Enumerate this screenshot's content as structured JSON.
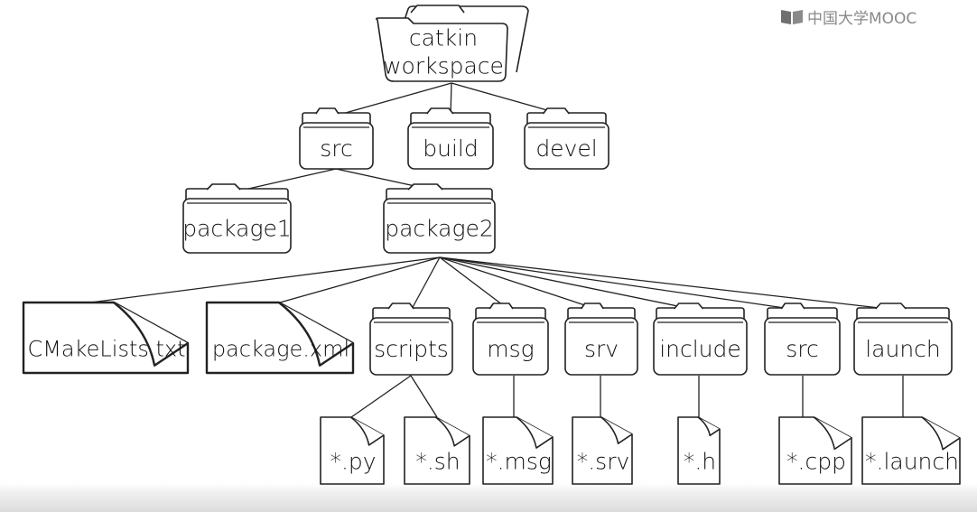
{
  "watermark": {
    "text": "中国大学MOOC",
    "icon": "book-logo-icon"
  },
  "diagram": {
    "root": "catkin workspace",
    "root_lines": [
      "catkin",
      "workspace"
    ],
    "level1": [
      "src",
      "build",
      "devel"
    ],
    "packages": [
      "package1",
      "package2"
    ],
    "files": [
      "CMakeLists.txt",
      "package.xml"
    ],
    "package2_folders": [
      "scripts",
      "msg",
      "srv",
      "include",
      "src",
      "launch"
    ],
    "leaf_files": [
      "*.py",
      "*.sh",
      "*.msg",
      "*.srv",
      "*.h",
      "*.cpp",
      "*.launch"
    ]
  }
}
